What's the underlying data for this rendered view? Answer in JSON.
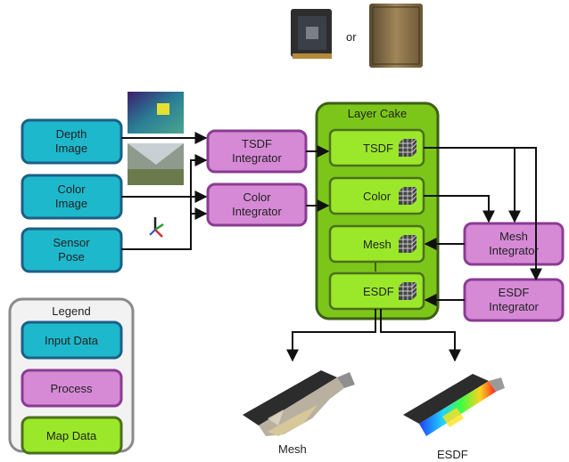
{
  "hardware": {
    "or_label": "or"
  },
  "inputs": {
    "depth": [
      "Depth",
      "Image"
    ],
    "color": [
      "Color",
      "Image"
    ],
    "pose": [
      "Sensor",
      "Pose"
    ]
  },
  "processes": {
    "tsdf_integrator": [
      "TSDF",
      "Integrator"
    ],
    "color_integrator": [
      "Color",
      "Integrator"
    ],
    "mesh_integrator": [
      "Mesh",
      "Integrator"
    ],
    "esdf_integrator": [
      "ESDF",
      "Integrator"
    ]
  },
  "layer_cake": {
    "title": "Layer Cake",
    "layers": [
      "TSDF",
      "Color",
      "Mesh",
      "ESDF"
    ]
  },
  "legend": {
    "title": "Legend",
    "items": [
      "Input Data",
      "Process",
      "Map Data"
    ]
  },
  "outputs": {
    "mesh": "Mesh",
    "esdf": "ESDF"
  },
  "colors": {
    "input_fill": "#1eb8cc",
    "input_stroke": "#1c5f86",
    "process_fill": "#d68ad6",
    "process_stroke": "#8a3c93",
    "map_fill": "#9be82a",
    "map_stroke": "#4c6f1c",
    "cake_fill": "#7cc61a"
  }
}
